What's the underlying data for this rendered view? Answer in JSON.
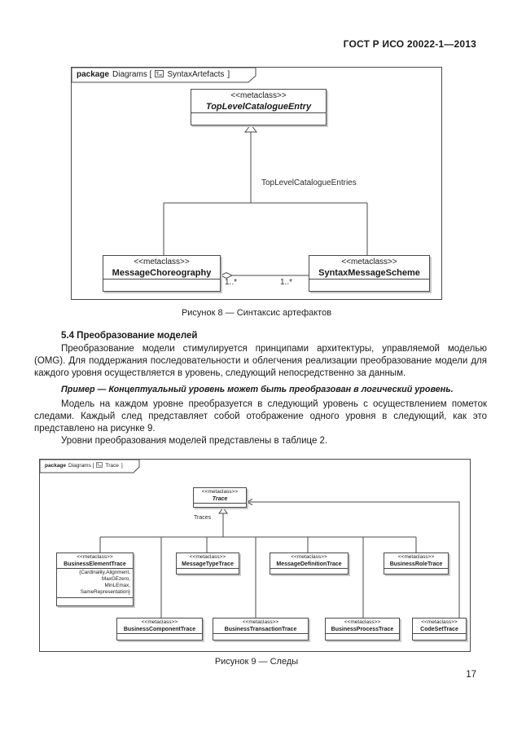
{
  "header": {
    "doc_code": "ГОСТ Р ИСО 20022-1—2013"
  },
  "figure8": {
    "tab": {
      "keyword": "package",
      "context": "Diagrams [",
      "name": "SyntaxArtefacts",
      "close": "]"
    },
    "top_class": {
      "stereotype": "<<metaclass>>",
      "name": "TopLevelCatalogueEntry"
    },
    "edge_label": "TopLevelCatalogueEntries",
    "left_class": {
      "stereotype": "<<metaclass>>",
      "name": "MessageChoreography"
    },
    "right_class": {
      "stereotype": "<<metaclass>>",
      "name": "SyntaxMessageScheme"
    },
    "mult_source": "1..*",
    "mult_target": "1..*",
    "caption": "Рисунок 8 — Синтаксис артефактов"
  },
  "section54": {
    "heading": "5.4 Преобразование моделей",
    "para1": "Преобразование модели стимулируется принципами архитектуры, управляемой моделью (OMG). Для поддержания последовательности и облегчения реализации преобразование модели для каждого уровня осуществляется в уровень, следующий непосредственно за данным.",
    "example": "Пример — Концептуальный уровень может быть преобразован в логический уровень.",
    "para2": "Модель на каждом уровне преобразуется в следующий уровень с осуществлением пометок следами. Каждый след представляет собой отображение одного уровня в следующий, как это представлено на рисунке 9.",
    "para3": "Уровни преобразования моделей представлены в таблице 2."
  },
  "figure9": {
    "tab": {
      "keyword": "package",
      "context": "Diagrams [",
      "name": "Trace",
      "close": "]"
    },
    "top_class": {
      "stereotype": "<<metaclass>>",
      "name": "Trace"
    },
    "edge_label": "Traces",
    "row1": [
      {
        "stereotype": "<<metaclass>>",
        "name": "BusinessElementTrace",
        "constraints": [
          "{Cardinality.Alignment,",
          "MaxGEzero,",
          "MinLEmax,",
          "SameRepresentation}"
        ]
      },
      {
        "stereotype": "<<metaclass>>",
        "name": "MessageTypeTrace"
      },
      {
        "stereotype": "<<metaclass>>",
        "name": "MessageDefinitionTrace"
      },
      {
        "stereotype": "<<metaclass>>",
        "name": "BusinessRoleTrace"
      }
    ],
    "row2": [
      {
        "stereotype": "<<metaclass>>",
        "name": "BusinessComponentTrace"
      },
      {
        "stereotype": "<<metaclass>>",
        "name": "BusinessTransactionTrace"
      },
      {
        "stereotype": "<<metaclass>>",
        "name": "BusinessProcessTrace"
      },
      {
        "stereotype": "<<metaclass>>",
        "name": "CodeSetTrace"
      }
    ],
    "caption": "Рисунок 9 — Следы"
  },
  "footer": {
    "page_number": "17"
  }
}
